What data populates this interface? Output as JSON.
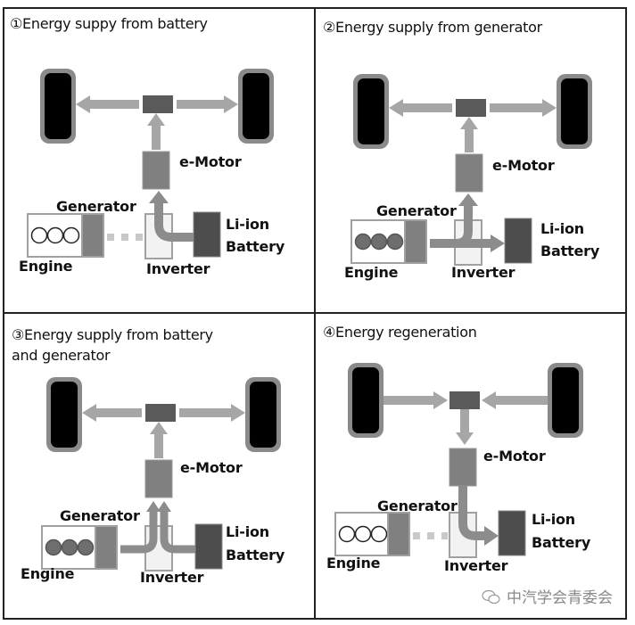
{
  "panels": [
    {
      "id": 1,
      "title": "①Energy suppy from battery",
      "mode": "battery",
      "engine_active": false,
      "labels": {
        "emotor": "e-Motor",
        "generator": "Generator",
        "battery_line1": "Li-ion",
        "battery_line2": "Battery",
        "engine": "Engine",
        "inverter": "Inverter"
      }
    },
    {
      "id": 2,
      "title": "②Energy supply from generator",
      "mode": "generator",
      "engine_active": true,
      "labels": {
        "emotor": "e-Motor",
        "generator": "Generator",
        "battery_line1": "Li-ion",
        "battery_line2": "Battery",
        "engine": "Engine",
        "inverter": "Inverter"
      }
    },
    {
      "id": 3,
      "title": "③Energy supply from battery",
      "title_line2": "and generator",
      "mode": "both",
      "engine_active": true,
      "labels": {
        "emotor": "e-Motor",
        "generator": "Generator",
        "battery_line1": "Li-ion",
        "battery_line2": "Battery",
        "engine": "Engine",
        "inverter": "Inverter"
      }
    },
    {
      "id": 4,
      "title": "④Energy regeneration",
      "mode": "regeneration",
      "engine_active": false,
      "labels": {
        "emotor": "e-Motor",
        "generator": "Generator",
        "battery_line1": "Li-ion",
        "battery_line2": "Battery",
        "engine": "Engine",
        "inverter": "Inverter"
      }
    }
  ],
  "colors": {
    "wheel": "#000000",
    "wheel_edge": "#8a8a8a",
    "arrow": "#a6a6a6",
    "flow_arrow": "#8c8c8c",
    "differential": "#5a5a5a",
    "emotor": "#808080",
    "generator": "#808080",
    "battery": "#4d4d4d",
    "inverter": "#f2f2f2",
    "engine_active_cylinder": "#6e6e6e",
    "box_border": "#a0a0a0"
  },
  "watermark": {
    "icon": "wechat-icon",
    "text": "中汽学会青委会"
  }
}
